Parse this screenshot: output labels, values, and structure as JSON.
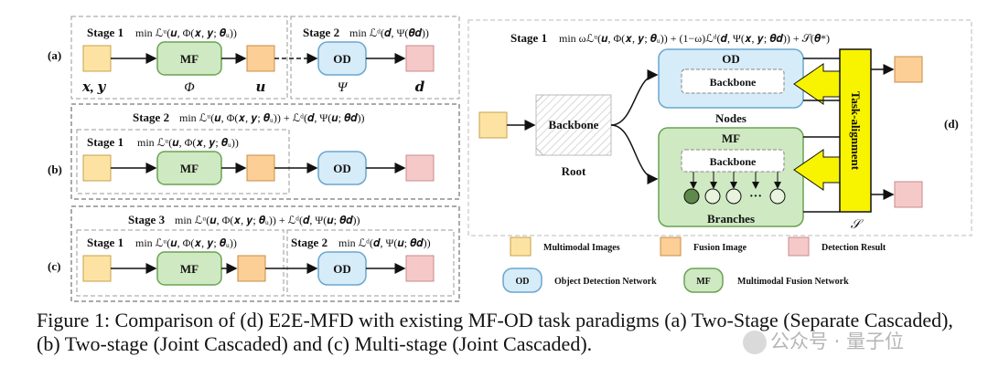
{
  "colors": {
    "multimodal_image": "#fde3a3",
    "fusion_image": "#fbcf96",
    "detection_result": "#f6c9c9",
    "od_fill": "#d6ecf8",
    "mf_fill": "#cfe9c2",
    "task_alignment": "#f8f400"
  },
  "panel_a": {
    "tag": "(a)",
    "stage1": "Stage 1",
    "stage1_formula": "min ℒᵘ(𝒖, Φ(𝒙, 𝒚; 𝜽ᵤ))",
    "stage2": "Stage 2",
    "stage2_formula": "min ℒᵈ(𝒅, Ψ(𝜽𝒅))",
    "mf": "MF",
    "od": "OD",
    "xy": "𝒙, 𝒚",
    "phi": "Φ",
    "u": "𝒖",
    "psi": "Ψ",
    "d": "𝒅"
  },
  "panel_b": {
    "tag": "(b)",
    "stage2": "Stage 2",
    "stage2_formula": "min ℒᵘ(𝒖, Φ(𝒙, 𝒚; 𝜽ᵤ)) + ℒᵈ(𝒅, Ψ(𝒖; 𝜽𝒅))",
    "stage1": "Stage 1",
    "stage1_formula": "min ℒᵘ(𝒖, Φ(𝒙, 𝒚; 𝜽ᵤ))",
    "mf": "MF",
    "od": "OD"
  },
  "panel_c": {
    "tag": "(c)",
    "stage3": "Stage 3",
    "stage3_formula": "min ℒᵘ(𝒖, Φ(𝒙, 𝒚; 𝜽ᵤ)) + ℒᵈ(𝒅, Ψ(𝒖; 𝜽𝒅))",
    "stage1": "Stage 1",
    "stage1_formula": "min ℒᵘ(𝒖, Φ(𝒙, 𝒚; 𝜽ᵤ))",
    "stage2": "Stage 2",
    "stage2_formula": "min ℒᵈ(𝒅, Ψ(𝒖; 𝜽𝒅))",
    "mf": "MF",
    "od": "OD"
  },
  "panel_d": {
    "tag": "(d)",
    "stage1": "Stage 1",
    "stage1_formula": "min ωℒᵘ(𝒖, Φ(𝒙, 𝒚; 𝜽ᵤ)) + (1−ω)ℒᵈ(𝒅, Ψ(𝒙, 𝒚; 𝜽𝒅)) + 𝒮(𝜽*)",
    "backbone_root": "Backbone",
    "root": "Root",
    "od": "OD",
    "od_backbone": "Backbone",
    "nodes": "Nodes",
    "mf": "MF",
    "mf_backbone": "Backbone",
    "branches": "Branches",
    "dots": "···",
    "task_alignment": "Task-alignment",
    "s_symbol": "𝒮"
  },
  "legend": {
    "multimodal_images": "Multimodal Images",
    "fusion_image": "Fusion Image",
    "detection_result": "Detection Result",
    "od_badge": "OD",
    "od_label": "Object Detection Network",
    "mf_badge": "MF",
    "mf_label": "Multimodal Fusion Network"
  },
  "caption": "Figure 1: Comparison of (d) E2E-MFD with existing MF-OD task paradigms (a) Two-Stage (Separate Cascaded), (b) Two-stage (Joint Cascaded) and (c) Multi-stage (Joint Cascaded).",
  "watermark": "公众号 · 量子位"
}
